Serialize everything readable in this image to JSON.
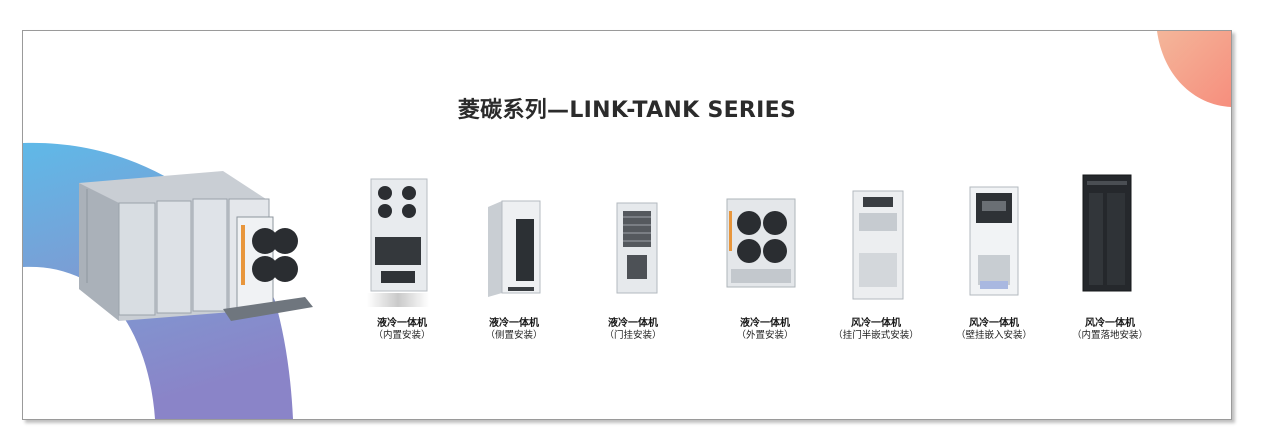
{
  "banner": {
    "title": "菱碳系列—LINK-TANK SERIES",
    "colors": {
      "arc_blue_top": "#62b8e6",
      "arc_blue_bottom": "#8a84c8",
      "corner_orange_top": "#f4b08e",
      "corner_orange_bottom": "#f68f7f",
      "device_light": "#e7eaee",
      "device_dark": "#25282c"
    }
  },
  "products": [
    {
      "name": "液冷一体机",
      "sub": "（内置安装）"
    },
    {
      "name": "液冷一体机",
      "sub": "（侧置安装）"
    },
    {
      "name": "液冷一体机",
      "sub": "（门挂安装）"
    },
    {
      "name": "液冷一体机",
      "sub": "（外置安装）"
    },
    {
      "name": "风冷一体机",
      "sub": "（挂门半嵌式安装）"
    },
    {
      "name": "风冷一体机",
      "sub": "（壁挂嵌入安装）"
    },
    {
      "name": "风冷一体机",
      "sub": "（内置落地安装）"
    }
  ]
}
